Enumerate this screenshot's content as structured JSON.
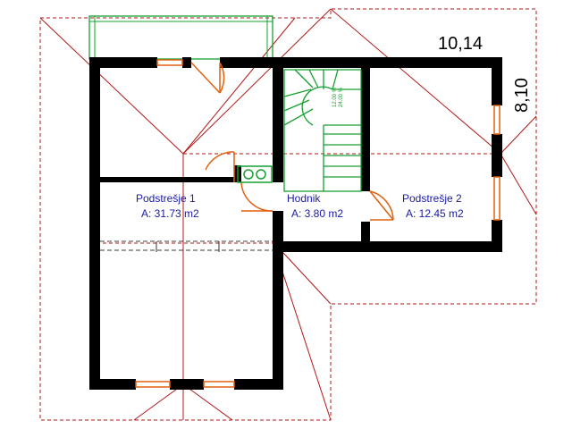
{
  "dimensions": {
    "width_label": "10,14",
    "depth_label": "8,10"
  },
  "rooms": [
    {
      "name": "Podstrešje 1",
      "area": "A: 31.73 m2"
    },
    {
      "name": "Hodnik",
      "area": "A: 3.80 m2"
    },
    {
      "name": "Podstrešje 2",
      "area": "A: 12.45 m2"
    }
  ],
  "colors": {
    "walls": "#000000",
    "roof_lines": "#b01818",
    "openings": "#e06010",
    "stairs": "#17a030",
    "labels": "#1a1aa6"
  }
}
